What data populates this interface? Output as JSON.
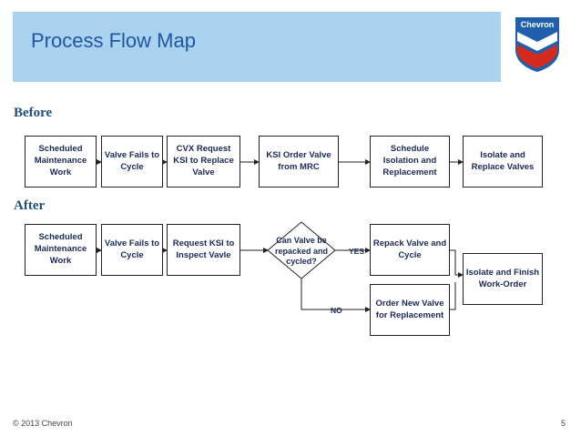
{
  "header": {
    "title": "Process Flow Map",
    "logo_text": "Chevron"
  },
  "before": {
    "label": "Before",
    "steps": [
      "Scheduled Maintenance Work",
      "Valve Fails to Cycle",
      "CVX Request KSI to Replace Valve",
      "KSI Order Valve from MRC",
      "Schedule Isolation and Replacement",
      "Isolate and Replace Valves"
    ]
  },
  "after": {
    "label": "After",
    "steps": [
      "Scheduled Maintenance Work",
      "Valve Fails to Cycle",
      "Request KSI to Inspect Vavle"
    ],
    "decision": "Can Valve be repacked and cycled?",
    "yes_label": "YES",
    "no_label": "NO",
    "yes_step": "Repack Valve and Cycle",
    "no_step": "Order New Valve for Replacement",
    "final_step": "Isolate and Finish Work-Order"
  },
  "footer": {
    "copyright": "© 2013 Chevron",
    "page_number": "5"
  },
  "colors": {
    "header_bg": "#a9d2ef",
    "title": "#2056a4",
    "section_label": "#1f4e79",
    "box_text": "#1a2a55",
    "logo_blue": "#1f5fae",
    "logo_red": "#d52b1e"
  }
}
